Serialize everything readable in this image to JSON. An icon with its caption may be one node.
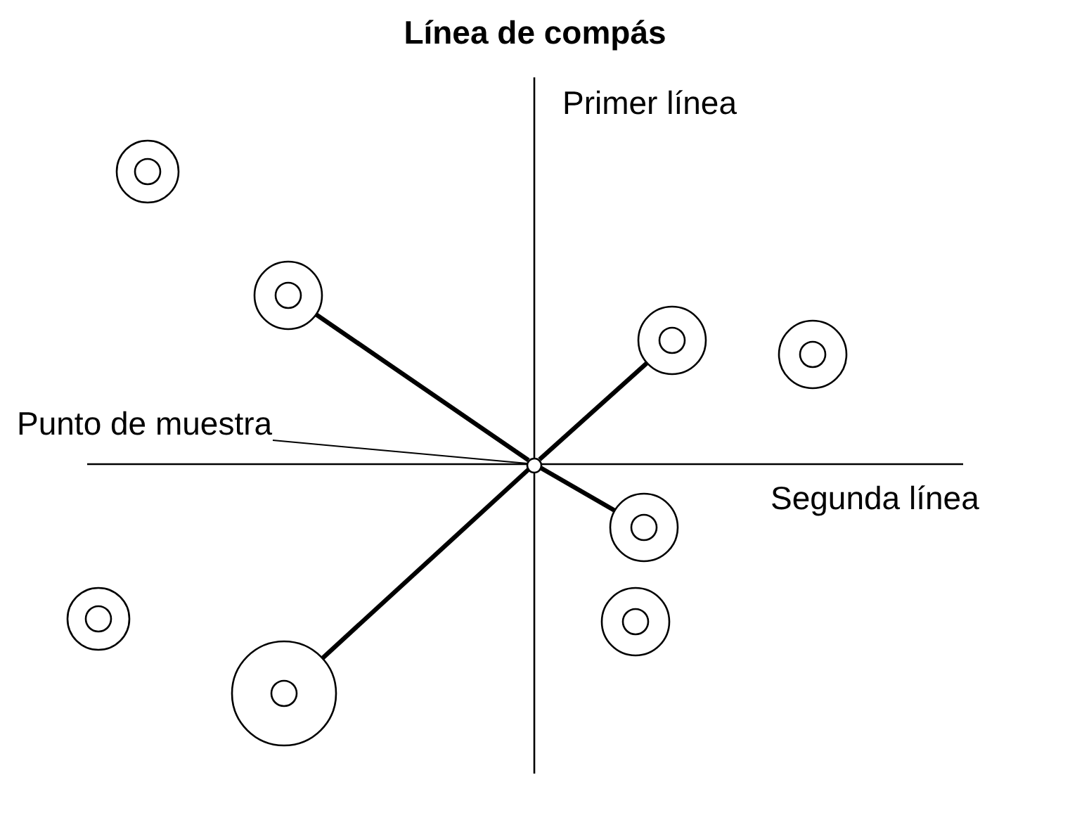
{
  "diagram": {
    "title": "Línea de compás",
    "nodes": [
      {
        "text": [
          "Punto de muestra"
        ]
      },
      {
        "text": [],
        "shape": "circle"
      },
      {
        "text": [],
        "shape": "circle"
      },
      {
        "text": [],
        "shape": "circle"
      },
      {
        "text": [],
        "shape": "circle"
      },
      {
        "text": [],
        "shape": "circle"
      },
      {
        "text": [],
        "shape": "circle"
      },
      {
        "text": [],
        "shape": "circle"
      },
      {
        "text": [],
        "shape": "circle"
      },
      {
        "text": [],
        "shape": "circle"
      }
    ],
    "edges": [
      {
        "from": 0,
        "to": 1,
        "arrow": "none"
      },
      {
        "from": 1,
        "to": 3,
        "arrow": "none"
      },
      {
        "from": 1,
        "to": 4,
        "arrow": "none"
      },
      {
        "from": 1,
        "to": 6,
        "arrow": "none"
      },
      {
        "from": 1,
        "to": 9,
        "arrow": "none"
      }
    ],
    "labels": [
      "Primer línea",
      "Segunda línea"
    ]
  }
}
